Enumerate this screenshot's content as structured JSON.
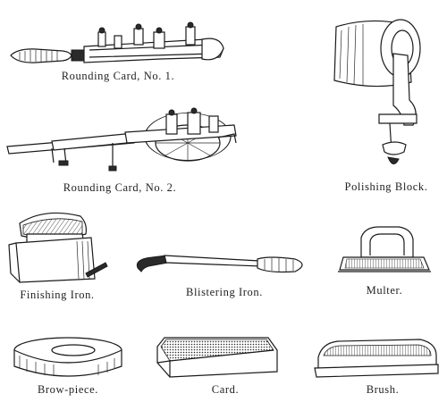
{
  "figure": {
    "items": [
      {
        "key": "rounding_card_1",
        "label": "Rounding Card, No. 1."
      },
      {
        "key": "rounding_card_2",
        "label": "Rounding Card, No. 2."
      },
      {
        "key": "polishing_block",
        "label": "Polishing Block."
      },
      {
        "key": "finishing_iron",
        "label": "Finishing Iron."
      },
      {
        "key": "blistering_iron",
        "label": "Blistering Iron."
      },
      {
        "key": "multer",
        "label": "Multer."
      },
      {
        "key": "brow_piece",
        "label": "Brow-piece."
      },
      {
        "key": "card",
        "label": "Card."
      },
      {
        "key": "brush",
        "label": "Brush."
      }
    ]
  }
}
